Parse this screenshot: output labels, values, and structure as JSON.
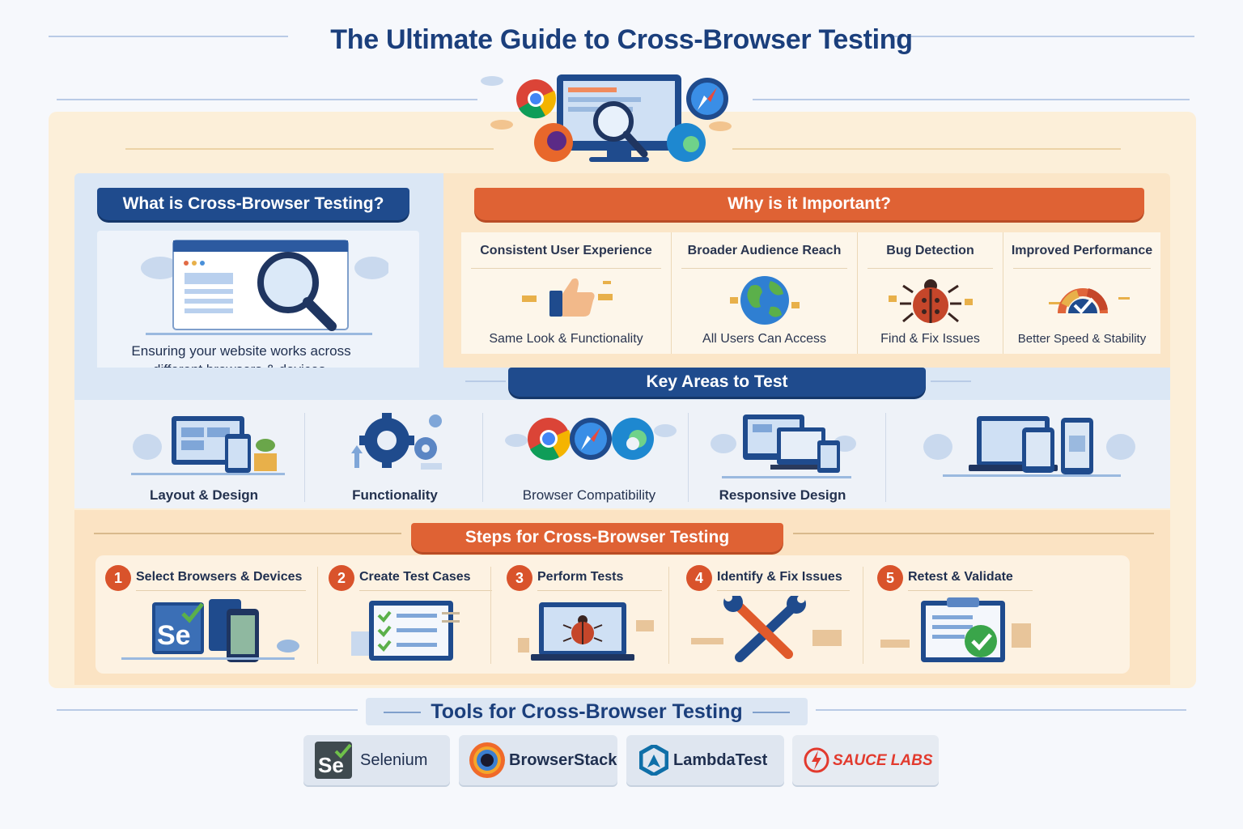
{
  "title": "The Ultimate Guide to Cross-Browser Testing",
  "what": {
    "heading": "What is Cross-Browser Testing?",
    "description_line1": "Ensuring your website works across",
    "description_line2": "different browsers & devices."
  },
  "why": {
    "heading": "Why is it Important?",
    "cards": [
      {
        "title": "Consistent User Experience",
        "caption": "Same Look & Functionality",
        "icon": "thumbs-up-icon"
      },
      {
        "title": "Broader Audience Reach",
        "caption": "All Users Can Access",
        "icon": "globe-icon"
      },
      {
        "title": "Bug Detection",
        "caption": "Find & Fix Issues",
        "icon": "bug-icon"
      },
      {
        "title": "Improved Performance",
        "caption": "Better Speed & Stability",
        "icon": "speedometer-icon"
      }
    ]
  },
  "key_areas": {
    "heading": "Key Areas to Test",
    "items": [
      {
        "label": "Layout & Design",
        "icon": "devices-layout-icon"
      },
      {
        "label": "Functionality",
        "icon": "gears-icon"
      },
      {
        "label": "Browser Compatibility",
        "icon": "browsers-icon"
      },
      {
        "label": "Responsive Design",
        "icon": "responsive-devices-icon"
      },
      {
        "label": "",
        "icon": "multi-device-icon"
      }
    ]
  },
  "steps": {
    "heading": "Steps for Cross-Browser Testing",
    "items": [
      {
        "number": "1",
        "label": "Select Browsers & Devices",
        "icon": "selenium-devices-icon"
      },
      {
        "number": "2",
        "label": "Create Test Cases",
        "icon": "checklist-icon"
      },
      {
        "number": "3",
        "label": "Perform Tests",
        "icon": "laptop-bug-icon"
      },
      {
        "number": "4",
        "label": "Identify & Fix Issues",
        "icon": "wrench-screwdriver-icon"
      },
      {
        "number": "5",
        "label": "Retest & Validate",
        "icon": "clipboard-check-icon"
      }
    ]
  },
  "tools": {
    "heading": "Tools for Cross-Browser Testing",
    "items": [
      {
        "name": "Selenium",
        "icon": "selenium-logo-icon"
      },
      {
        "name": "BrowserStack",
        "icon": "browserstack-logo-icon"
      },
      {
        "name": "LambdaTest",
        "icon": "lambdatest-logo-icon"
      },
      {
        "name": "SAUCE LABS",
        "icon": "saucelabs-logo-icon"
      }
    ]
  },
  "colors": {
    "navy": "#1f4b8d",
    "orange": "#df6234",
    "cream": "#fcefd9",
    "light_blue": "#dbe7f5"
  }
}
